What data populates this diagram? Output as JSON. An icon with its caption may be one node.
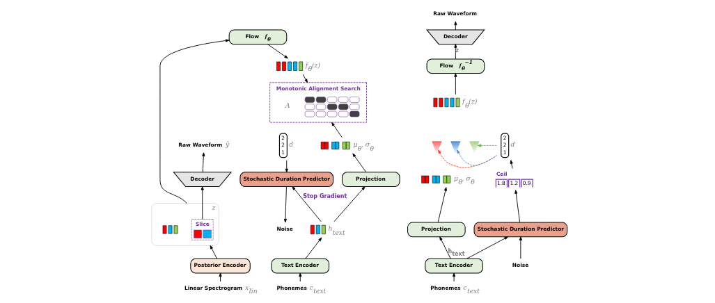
{
  "diagram": {
    "nodes": [
      {
        "text": [
          "Raw Waveform"
        ],
        "beside": [
          "ŷ"
        ]
      },
      {
        "text": [
          "Decoder"
        ]
      },
      {
        "text": [],
        "shape": "bar",
        "beside": [
          "z"
        ]
      },
      {
        "text": [
          "Slice"
        ],
        "in": 2
      },
      {
        "text": [
          "Posterior Encoder"
        ]
      },
      {
        "text": [
          "Linear Spectrogram"
        ],
        "beside": [
          "x$_{lin}$"
        ]
      },
      {
        "text": [
          "Flow",
          "f$_{θ}$"
        ]
      },
      {
        "text": [],
        "shape": "bar",
        "beside": [
          "f$_{θ}$(z)"
        ]
      },
      {
        "text": [
          "Monotonic Alignment Search",
          "A"
        ]
      },
      {
        "text": [
          "2",
          "2",
          "1"
        ],
        "beside": [
          "d"
        ]
      },
      {
        "text": [],
        "shape": "bar",
        "beside": [
          "μ$_{θ}$, σ$_{θ}$"
        ]
      },
      {
        "text": [
          "Projection"
        ]
      },
      {
        "text": [],
        "shape": "bar",
        "beside": [
          "h$_{text}$"
        ]
      },
      {
        "text": [
          "Text Encoder"
        ]
      },
      {
        "text": [
          "Phonemes"
        ],
        "beside": [
          "c$_{text}$"
        ]
      },
      {
        "text": [
          "Stochastic Duration Predictor"
        ]
      },
      {
        "text": [
          "Noise"
        ]
      },
      {
        "text": [
          "Raw Waveform"
        ]
      },
      {
        "text": [
          "Decoder"
        ]
      },
      {
        "text": [
          "Flow",
          "f$_{θ}$$^{−1}$"
        ]
      },
      {
        "text": [],
        "shape": "bar",
        "beside": [
          "f$_{θ}$(z)"
        ]
      },
      {
        "text": [
          "2",
          "2",
          "1"
        ],
        "beside": [
          "d"
        ]
      },
      {
        "text": [],
        "shape": "bar",
        "beside": [
          "μ$_{θ}$, σ$_{θ}$"
        ]
      },
      {
        "text": [
          "Projection"
        ]
      },
      {
        "text": [
          "Text Encoder"
        ]
      },
      {
        "text": [
          "Phonemes"
        ],
        "beside": [
          "c$_{text}$"
        ]
      },
      {
        "text": [
          "Stochastic Duration Predictor"
        ]
      },
      {
        "text": [
          "Noise"
        ]
      },
      {
        "text": [
          "Ceil",
          "1.8",
          "1.2",
          "0.9"
        ]
      },
      {
        "text": [],
        "shape": "triangle"
      },
      {
        "text": [],
        "shape": "triangle"
      },
      {
        "text": [],
        "shape": "triangle"
      }
    ],
    "edges": [
      {
        "from": 5,
        "to": 4,
        "arrow": "to"
      },
      {
        "from": 4,
        "to": 2,
        "arrow": "to"
      },
      {
        "from": 3,
        "to": 1,
        "arrow": "to"
      },
      {
        "from": 1,
        "to": 0,
        "arrow": "to"
      },
      {
        "from": 2,
        "to": 6,
        "arrow": "to"
      },
      {
        "from": 6,
        "to": 7,
        "arrow": "to"
      },
      {
        "from": 7,
        "to": 8,
        "arrow": "to"
      },
      {
        "from": 10,
        "to": 8,
        "arrow": "to"
      },
      {
        "from": 11,
        "to": 10,
        "arrow": "to"
      },
      {
        "from": 12,
        "to": 11,
        "arrow": "to"
      },
      {
        "from": 13,
        "to": 12,
        "arrow": "to"
      },
      {
        "from": 14,
        "to": 13,
        "arrow": "to"
      },
      {
        "from": 9,
        "to": 15,
        "arrow": "to"
      },
      {
        "from": 12,
        "to": 15,
        "arrow": "to",
        "label": "Stop Gradient"
      },
      {
        "from": 15,
        "to": 16,
        "arrow": "to"
      },
      {
        "from": 25,
        "to": 24,
        "arrow": "to"
      },
      {
        "from": 24,
        "to": 23,
        "arrow": "to",
        "label": "h$_{text}$"
      },
      {
        "from": 24,
        "to": 26,
        "arrow": "to"
      },
      {
        "from": 23,
        "to": 22,
        "arrow": "to"
      },
      {
        "from": 20,
        "to": 19,
        "arrow": "to"
      },
      {
        "from": 19,
        "to": 18,
        "arrow": "to",
        "label": "z"
      },
      {
        "from": 18,
        "to": 17,
        "arrow": "to"
      },
      {
        "from": 27,
        "to": 26,
        "arrow": "to"
      },
      {
        "from": 26,
        "to": 28,
        "arrow": "to"
      },
      {
        "from": 28,
        "to": 21,
        "arrow": "to"
      },
      {
        "from": 21,
        "to": 29,
        "arrow": "to",
        "style": "dashed",
        "color": "#ff3b1f"
      },
      {
        "from": 21,
        "to": 30,
        "arrow": "to",
        "style": "dashed",
        "color": "#4a90d9"
      },
      {
        "from": 21,
        "to": 31,
        "arrow": "to",
        "style": "dashed",
        "color": "#70ad47"
      }
    ]
  }
}
